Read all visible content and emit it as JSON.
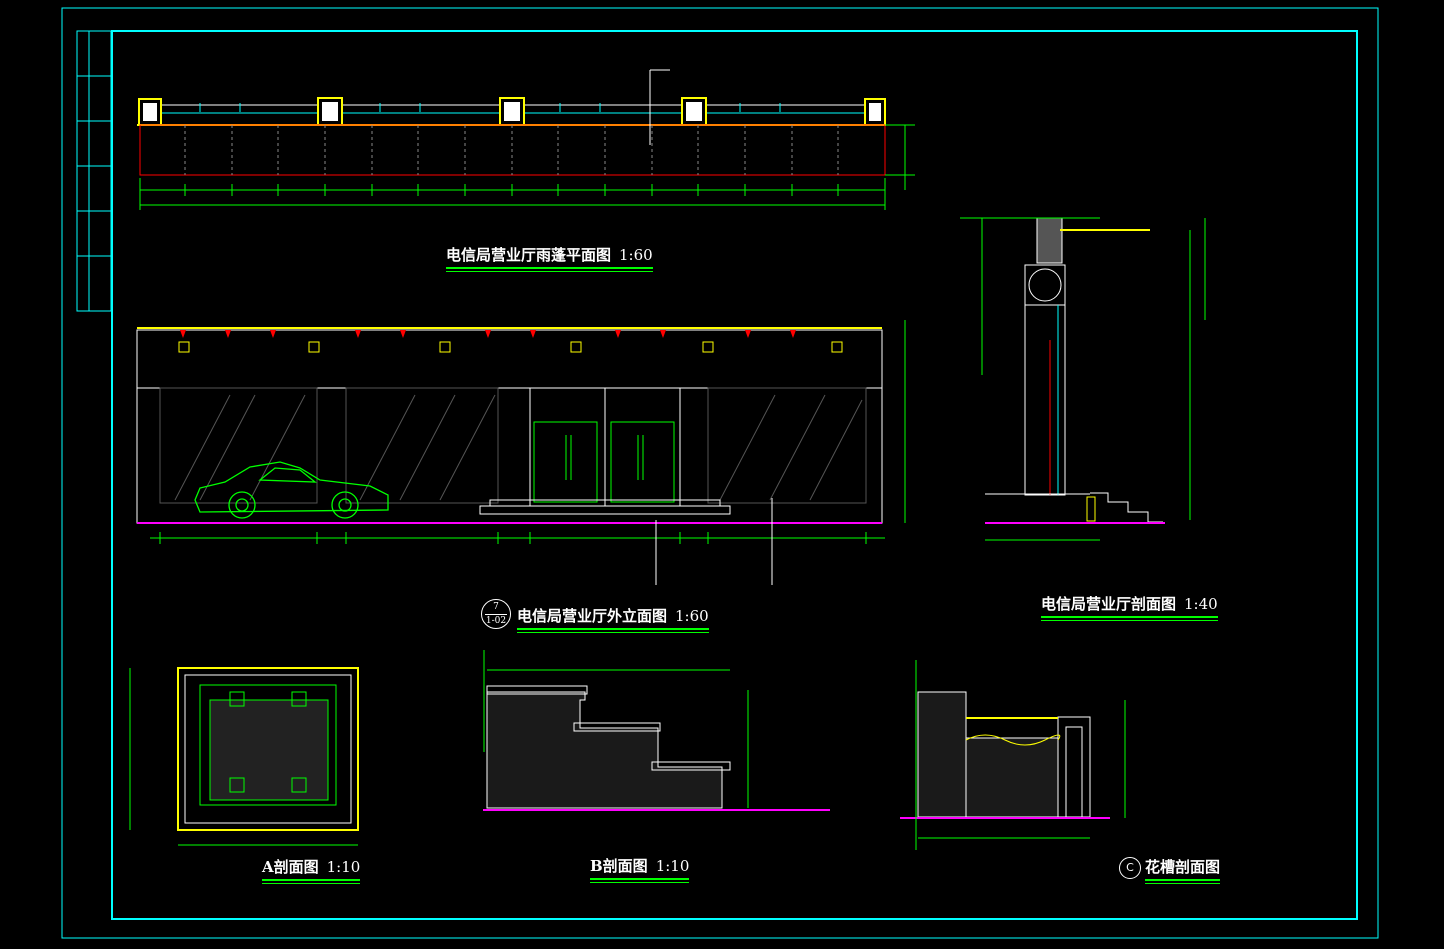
{
  "drawings": {
    "canopy_plan": {
      "title": "电信局营业厅雨蓬平面图",
      "scale": "1:60"
    },
    "facade_elevation": {
      "title": "电信局营业厅外立面图",
      "scale": "1:60",
      "bubble_top": "7",
      "bubble_bottom": "1-02"
    },
    "hall_section": {
      "title": "电信局营业厅剖面图",
      "scale": "1:40"
    },
    "section_a": {
      "title": "A剖面图",
      "scale": "1:10"
    },
    "section_b": {
      "title": "B剖面图",
      "scale": "1:10"
    },
    "planter_section": {
      "title": "花槽剖面图",
      "bubble": "C"
    }
  },
  "colors": {
    "background": "#000000",
    "frame": "#00ffff",
    "line": "#00ff00",
    "accent_yellow": "#ffff00",
    "accent_red": "#ff0000",
    "ground": "#ff00ff",
    "text": "#ffffff"
  }
}
